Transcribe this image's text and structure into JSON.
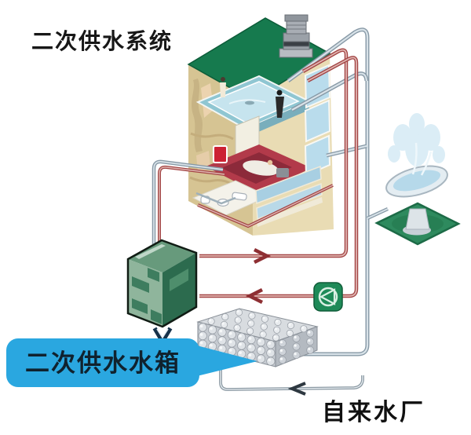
{
  "title": "二次供水系统",
  "labels": {
    "tank": "二次供水水箱",
    "source": "自来水厂"
  },
  "colors": {
    "callout_blue": "#2AA7E0",
    "roof_green": "#167A4E",
    "supply_pipe_red": "#A34545",
    "water_pipe_gray": "#8799A6",
    "pump_room_green": "#2C6B4E"
  },
  "icons": {
    "pump": "circle-with-triangle",
    "flow_right_arrow": "chevron-right",
    "flow_left_arrow": "chevron-left",
    "flow_down_arrow": "chevron-down"
  }
}
